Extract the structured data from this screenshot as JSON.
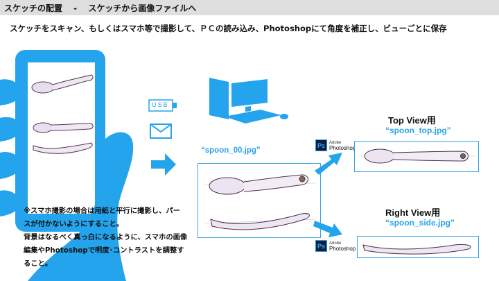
{
  "header": {
    "title": "スケッチの配置　 -　 スケッチから画像ファイルへ"
  },
  "subtitle": "スケッチをスキャン、もしくはスマホ等で撮影して、ＰＣの読み込み、Photoshopにて角度を補正し、ビューごとに保存",
  "usb": {
    "label": "USB"
  },
  "files": {
    "source": "“spoon_00.jpg”",
    "top_view_title": "Top View用",
    "top_view_file": "“spoon_top.jpg”",
    "right_view_title": "Right View用",
    "right_view_file": "“spoon_side.jpg”"
  },
  "photoshop_logo": {
    "mark": "Ps",
    "vendor": "Adobe",
    "product": "Photoshop"
  },
  "note": {
    "line1": "※スマホ撮影の場合は用紙と平行に撮影し、パー",
    "line2": "スが付かないようにすること。",
    "line3": "背景はなるべく真っ白になるように、スマホの画像",
    "line4": "編集やPhotoshopで明度･コントラストを調整す",
    "line5": "ること。"
  },
  "colors": {
    "accent": "#29a3e8",
    "header_bg": "#dedede",
    "ps_dark": "#0d1f3d"
  }
}
